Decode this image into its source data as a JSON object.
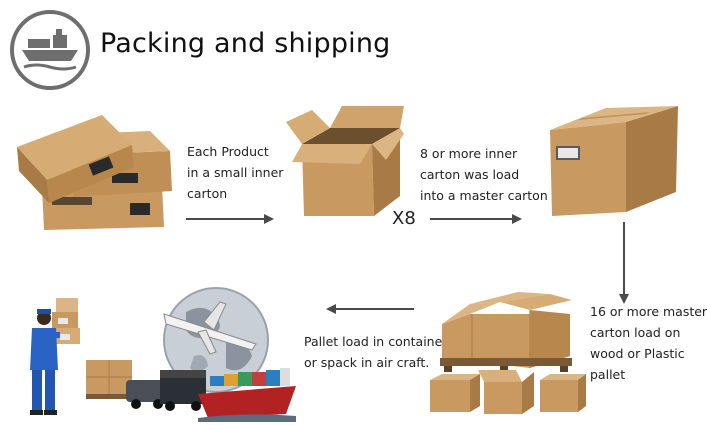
{
  "header": {
    "title": "Packing and shipping",
    "icon": "ship-icon"
  },
  "steps": [
    {
      "lines": [
        "Each Product",
        "in a small inner",
        "carton"
      ]
    },
    {
      "lines": [
        "8 or more inner",
        "carton was load",
        "into a master carton"
      ],
      "multiplier": "X8"
    },
    {
      "lines": [
        "16 or more master",
        "carton  load on",
        "wood or Plastic",
        "pallet"
      ]
    },
    {
      "lines": [
        "Pallet load in containe",
        "or spack in air craft."
      ]
    }
  ],
  "colors": {
    "cardboard": "#c89a62",
    "cardboard_dark": "#a87a45",
    "cardboard_light": "#dcb584",
    "arrow": "#4a4a4a",
    "icon_ring": "#6e6e6e"
  }
}
